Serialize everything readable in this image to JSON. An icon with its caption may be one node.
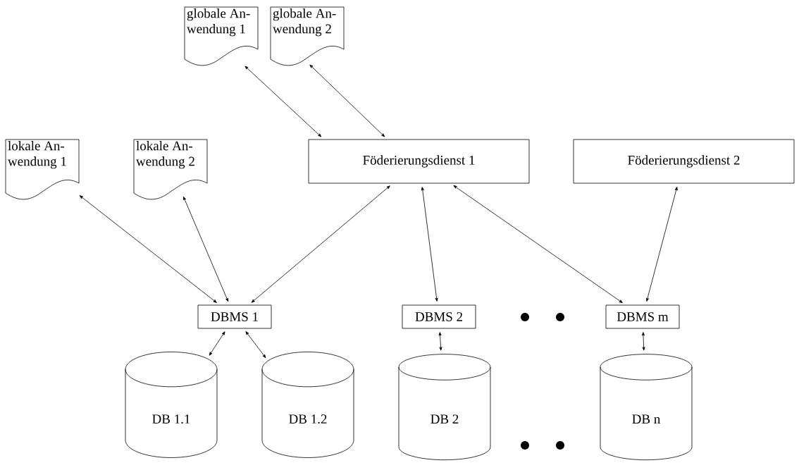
{
  "diagram": {
    "nodes": [
      {
        "text": [
          "globale An- wendung 1"
        ]
      },
      {
        "text": [
          "globale An- wendung 2"
        ]
      },
      {
        "text": [
          "lokale An- wendung 1"
        ]
      },
      {
        "text": [
          "lokale An- wendung 2"
        ]
      },
      {
        "text": [
          "Föderierungsdienst 1"
        ]
      },
      {
        "text": [
          "Föderierungsdienst 2"
        ]
      },
      {
        "text": [
          "DBMS 1"
        ]
      },
      {
        "text": [
          "DBMS 2"
        ]
      },
      {
        "text": [
          "DBMS m"
        ]
      },
      {
        "text": [
          "DB 1.1"
        ]
      },
      {
        "text": [
          "DB 1.2"
        ]
      },
      {
        "text": [
          "DB 2"
        ]
      },
      {
        "text": [
          "DB n"
        ]
      }
    ],
    "edges": [
      {
        "from": 0,
        "to": 4,
        "arrow": "both"
      },
      {
        "from": 1,
        "to": 4,
        "arrow": "both"
      },
      {
        "from": 2,
        "to": 6,
        "arrow": "both"
      },
      {
        "from": 3,
        "to": 6,
        "arrow": "both"
      },
      {
        "from": 4,
        "to": 6,
        "arrow": "both"
      },
      {
        "from": 4,
        "to": 7,
        "arrow": "both"
      },
      {
        "from": 4,
        "to": 8,
        "arrow": "both"
      },
      {
        "from": 5,
        "to": 8,
        "arrow": "both"
      },
      {
        "from": 6,
        "to": 9,
        "arrow": "both"
      },
      {
        "from": 6,
        "to": 10,
        "arrow": "both"
      },
      {
        "from": 7,
        "to": 11,
        "arrow": "both"
      },
      {
        "from": 8,
        "to": 12,
        "arrow": "both"
      }
    ]
  }
}
